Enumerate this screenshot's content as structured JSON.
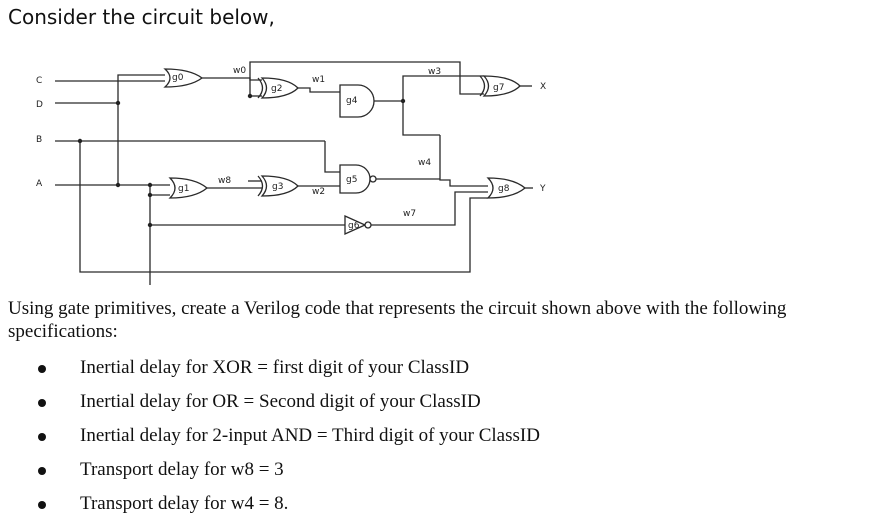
{
  "heading": "Consider the circuit below,",
  "circuit": {
    "inputs": [
      "C",
      "D",
      "B",
      "A"
    ],
    "outputs": [
      "X",
      "Y"
    ],
    "gates": [
      "g0",
      "g1",
      "g2",
      "g3",
      "g4",
      "g5",
      "g6",
      "g7",
      "g8"
    ],
    "wires": [
      "w0",
      "w1",
      "w2",
      "w3",
      "w4",
      "w7",
      "w8"
    ]
  },
  "task": {
    "paragraph": "Using gate primitives, create a Verilog code that represents the circuit shown above with the following specifications:",
    "specs": [
      "Inertial delay for XOR = first digit of your ClassID",
      "Inertial delay for OR = Second digit of your ClassID",
      "Inertial delay for 2-input AND = Third digit of your ClassID",
      "Transport delay for w8 = 3",
      "Transport delay for w4 = 8."
    ]
  }
}
